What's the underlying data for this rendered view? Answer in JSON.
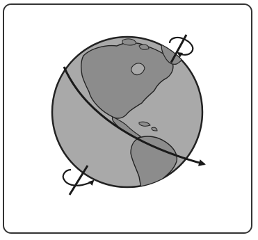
{
  "diagram": {
    "subject": "globe-with-great-circle-path",
    "colors": {
      "ocean": "#a9a9a9",
      "land": "#8c8c8c",
      "outline": "#222222",
      "path": "#1a1a1a",
      "frame": "#333333",
      "background": "#ffffff"
    },
    "icons": [
      "globe-icon",
      "great-circle-arrow",
      "rotation-arrow-top",
      "rotation-arrow-bottom"
    ]
  }
}
